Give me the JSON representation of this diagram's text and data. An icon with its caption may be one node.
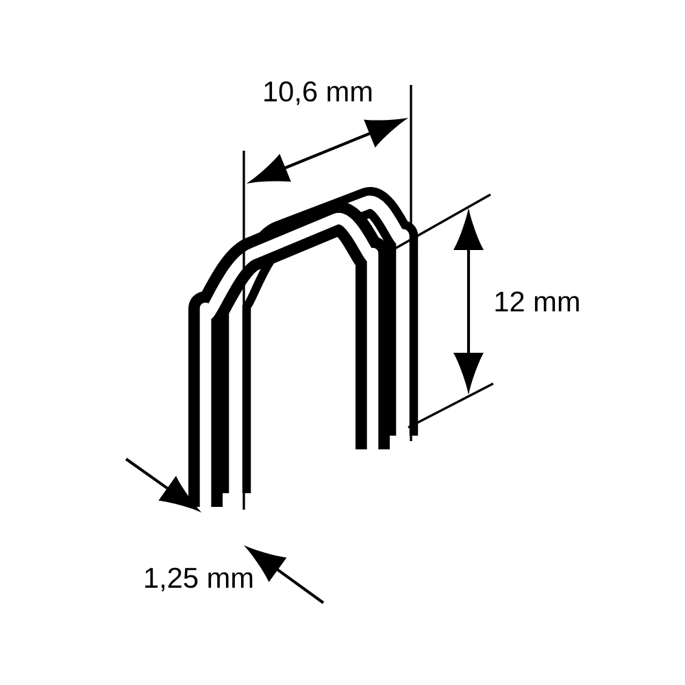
{
  "diagram": {
    "labels": [
      "10,6 mm",
      "12 mm",
      "1,25 mm"
    ]
  }
}
